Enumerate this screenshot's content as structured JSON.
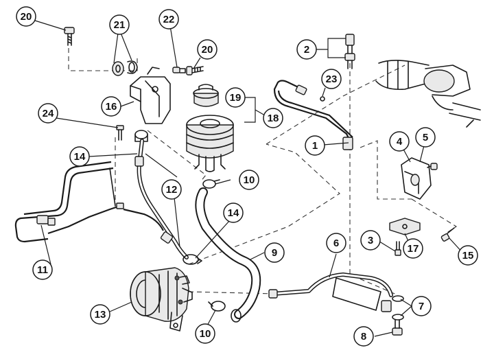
{
  "callouts": {
    "c1": "1",
    "c2": "2",
    "c3": "3",
    "c4": "4",
    "c5": "5",
    "c6": "6",
    "c7": "7",
    "c8": "8",
    "c9": "9",
    "c10a": "10",
    "c10b": "10",
    "c11": "11",
    "c12": "12",
    "c13": "13",
    "c14a": "14",
    "c14b": "14",
    "c15": "15",
    "c16": "16",
    "c17": "17",
    "c18": "18",
    "c19": "19",
    "c20a": "20",
    "c20b": "20",
    "c21": "21",
    "c22": "22",
    "c23": "23",
    "c24": "24"
  },
  "colors": {
    "line": "#1a1a1a",
    "background": "#ffffff"
  }
}
